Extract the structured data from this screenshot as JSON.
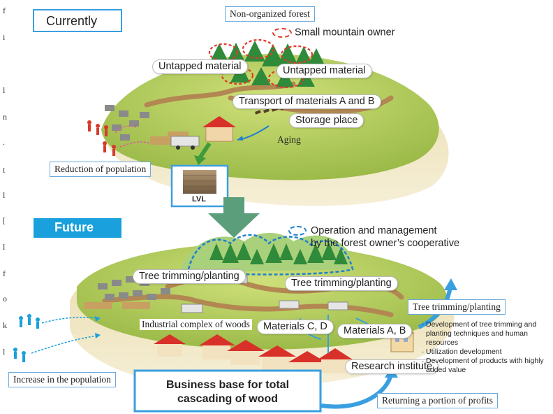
{
  "margin_letters": [
    "f",
    "i",
    "l",
    "n",
    ".",
    "t",
    "l",
    "[",
    "l",
    "f",
    "o",
    "k",
    "l"
  ],
  "current": {
    "section_label": "Currently",
    "non_organized_forest": "Non-organized forest",
    "small_mountain_owner": "Small mountain owner",
    "untapped_material_left": "Untapped material",
    "untapped_material_right": "Untapped material",
    "transport": "Transport of materials A and B",
    "storage_place": "Storage place",
    "aging": "Aging",
    "reduction": "Reduction of population",
    "product_label": "LVL"
  },
  "future": {
    "section_label": "Future",
    "operation_line1": "Operation and management",
    "operation_line2": "by the forest owner’s cooperative",
    "trimming_left": "Tree trimming/planting",
    "trimming_center": "Tree trimming/planting",
    "trimming_right": "Tree trimming/planting",
    "industrial_complex": "Industrial complex of woods",
    "materials_cd": "Materials C, D",
    "materials_ab": "Materials A, B",
    "research_institute": "Research institute",
    "development_points": [
      "Development of tree trimming and planting techniques and human resources",
      "Utilization development",
      "Development of products with highly added value"
    ],
    "increase": "Increase in the population",
    "business_base": "Business base for total cascading of wood",
    "returning": "Returning a portion of profits"
  },
  "colors": {
    "box_blue": "#3a9fe0",
    "future_fill": "#1aa0dc",
    "arrow_green": "#5a9e7c",
    "hill_green": "#a9c84c",
    "dashed_red": "#e03a2a",
    "dashed_blue": "#1e7fd0",
    "road": "#b38752",
    "roof_red": "#d8312a"
  }
}
